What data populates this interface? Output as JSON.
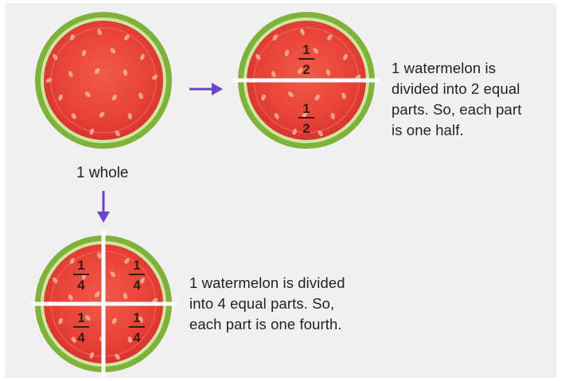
{
  "whole_label": "1 whole",
  "halves": {
    "fraction_top": {
      "num": "1",
      "den": "2"
    },
    "fraction_bottom": {
      "num": "1",
      "den": "2"
    },
    "caption_lines": [
      "1 watermelon is",
      "divided into 2 equal",
      "parts. So, each part",
      "is one half."
    ]
  },
  "fourths": {
    "fractions": [
      {
        "num": "1",
        "den": "4"
      },
      {
        "num": "1",
        "den": "4"
      },
      {
        "num": "1",
        "den": "4"
      },
      {
        "num": "1",
        "den": "4"
      }
    ],
    "caption_lines": [
      "1 watermelon is divided",
      "into 4 equal parts. So,",
      "each part is one fourth."
    ]
  },
  "colors": {
    "rind": "#7fb23a",
    "rind_light": "#cfe6a0",
    "flesh": "#e53f3a",
    "flesh_light": "#f26b5c",
    "seed": "#f3b49a",
    "arrow": "#6a44c9",
    "cut": "#ffffff"
  }
}
